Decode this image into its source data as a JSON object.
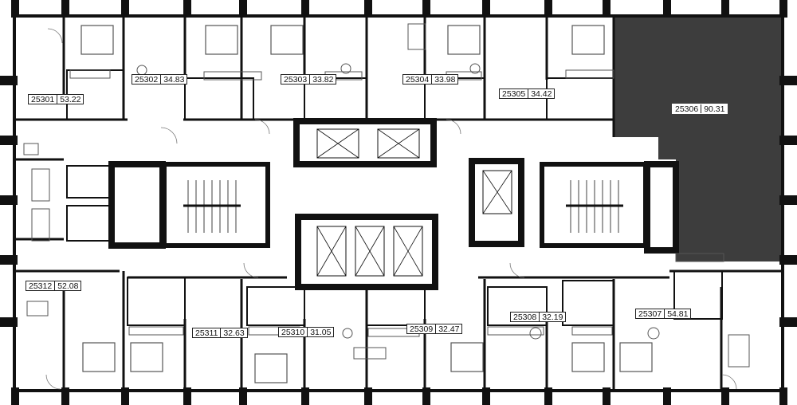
{
  "units": [
    {
      "id": "u25301",
      "number": "25301",
      "area": "53.22"
    },
    {
      "id": "u25302",
      "number": "25302",
      "area": "34.83"
    },
    {
      "id": "u25303",
      "number": "25303",
      "area": "33.82"
    },
    {
      "id": "u25304",
      "number": "25304",
      "area": "33.98"
    },
    {
      "id": "u25305",
      "number": "25305",
      "area": "34.42"
    },
    {
      "id": "u25306",
      "number": "25306",
      "area": "90.31",
      "highlighted": true
    },
    {
      "id": "u25307",
      "number": "25307",
      "area": "54.81"
    },
    {
      "id": "u25308",
      "number": "25308",
      "area": "32.19"
    },
    {
      "id": "u25309",
      "number": "25309",
      "area": "32.47"
    },
    {
      "id": "u25310",
      "number": "25310",
      "area": "31.05"
    },
    {
      "id": "u25311",
      "number": "25311",
      "area": "32.63"
    },
    {
      "id": "u25312",
      "number": "25312",
      "area": "52.08"
    }
  ],
  "colors": {
    "wall": "#111111",
    "highlight": "#3d3d3d",
    "furniture": "#555555",
    "background": "#ffffff"
  }
}
